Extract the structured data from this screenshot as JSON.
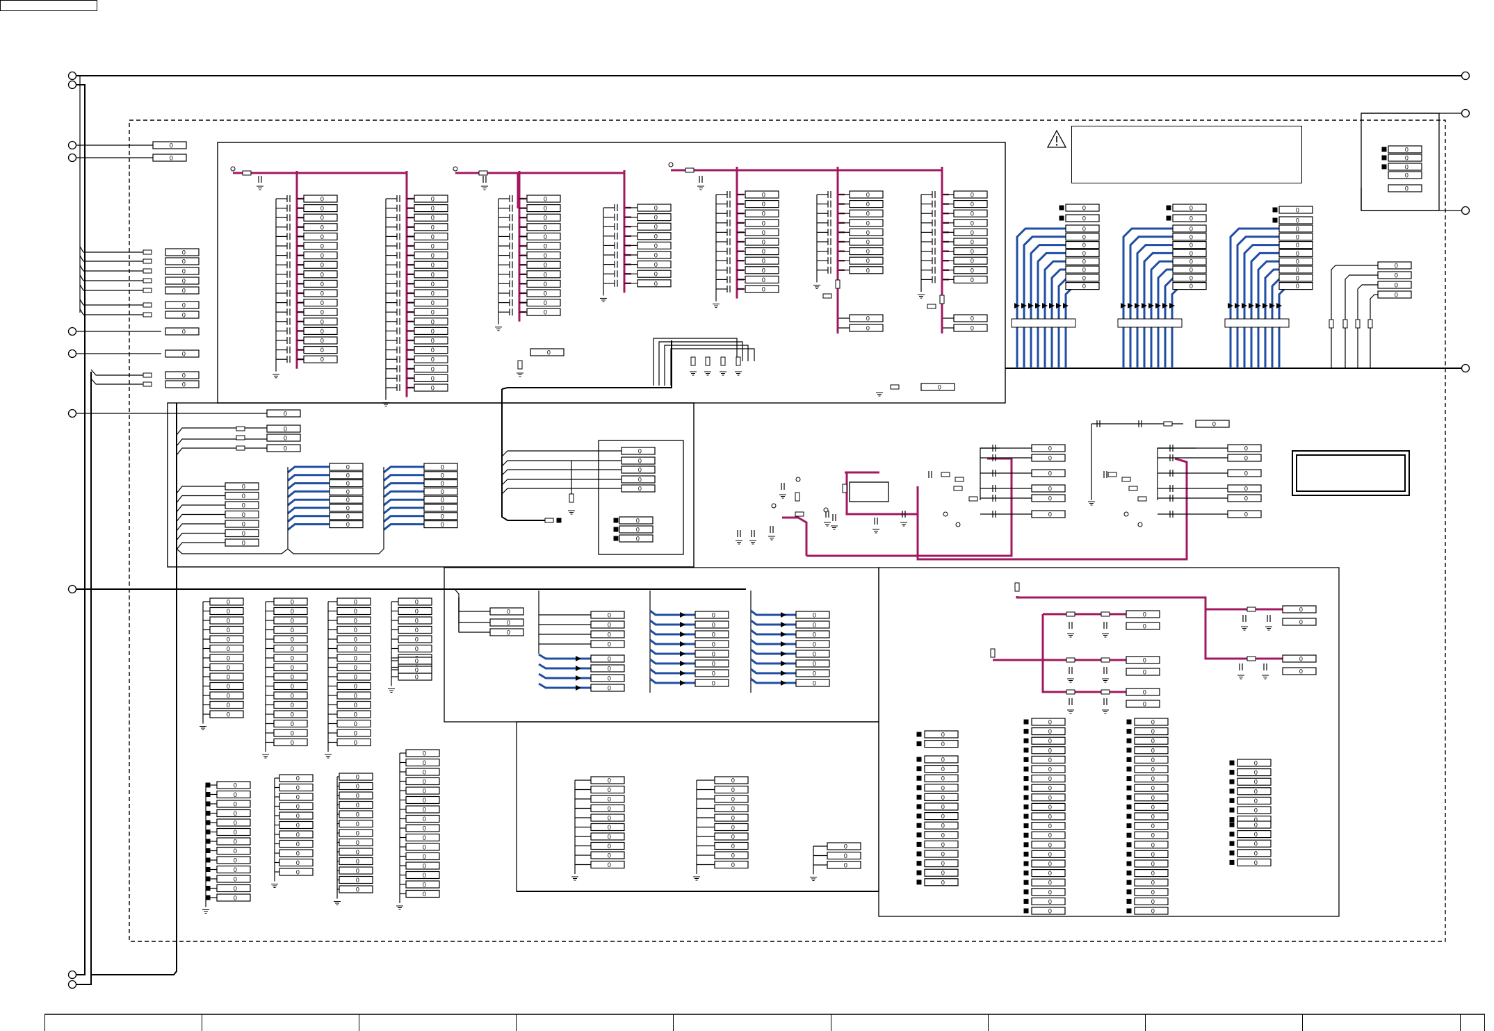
{
  "document": {
    "type": "schematic-diagram",
    "part_label": "0",
    "zones": 10
  },
  "colors": {
    "line": "#000000",
    "power_net": "#a1185f",
    "bus_net": "#1f4ea3",
    "box_border": "#000000",
    "background": "#ffffff"
  },
  "icons": {
    "warning": "warning-triangle-icon",
    "terminal": "terminal-circle-icon",
    "ground": "ground-icon",
    "connector_pin": "connector-pin-icon",
    "arrow": "signal-arrow-icon"
  }
}
